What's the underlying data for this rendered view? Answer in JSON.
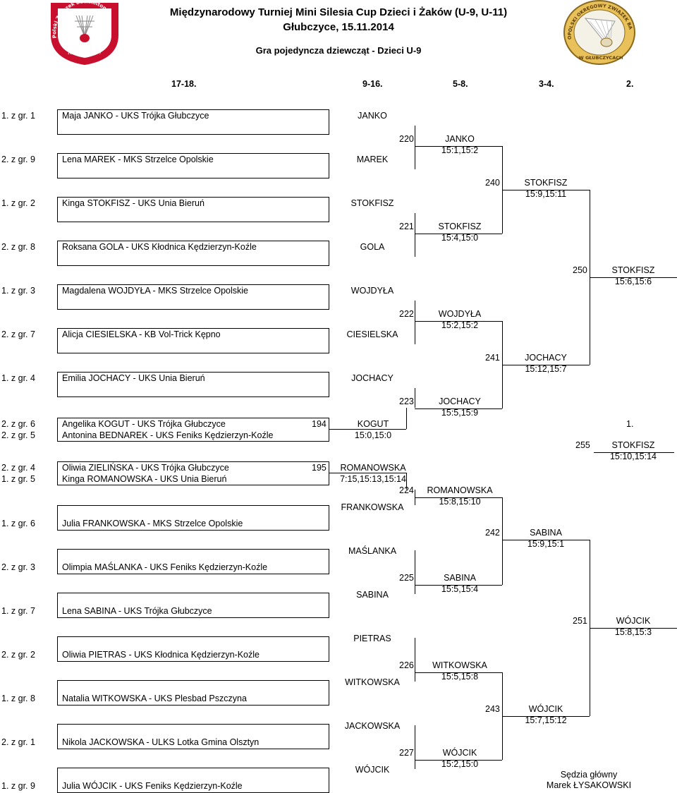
{
  "header": {
    "title": "Międzynarodowy Turniej Mini Silesia Cup Dzieci i Żaków (U-9, U-11)",
    "place_date": "Głubczyce, 15.11.2014",
    "subtitle": "Gra pojedyncza dziewcząt - Dzieci U-9"
  },
  "logos": {
    "left_text_top": "Polski Związek Badmintona",
    "left_text_bottom": "Rok zał. 1977",
    "right_text_top": "OPOLSKI OKRĘGOWY ZWIĄZEK BADMINTONA",
    "right_text_bottom": "W GŁUBCZYCACH"
  },
  "places": [
    "17-18.",
    "9-16.",
    "5-8.",
    "3-4.",
    "2."
  ],
  "players": [
    {
      "seed": "1. z gr. 1",
      "name": "Maja JANKO - UKS Trójka Głubczyce",
      "short": "JANKO"
    },
    {
      "seed": "2. z gr. 9",
      "name": "Lena MAREK - MKS Strzelce Opolskie",
      "short": "MAREK"
    },
    {
      "seed": "1. z gr. 2",
      "name": "Kinga STOKFISZ - UKS Unia Bieruń",
      "short": "STOKFISZ"
    },
    {
      "seed": "2. z gr. 8",
      "name": "Roksana  GOLA - UKS Kłodnica Kędzierzyn-Koźle",
      "short": "GOLA"
    },
    {
      "seed": "1. z gr. 3",
      "name": "Magdalena WOJDYŁA - MKS Strzelce Opolskie",
      "short": "WOJDYŁA"
    },
    {
      "seed": "2. z gr. 7",
      "name": "Alicja CIESIELSKA - KB Vol-Trick Kępno",
      "short": "CIESIELSKA"
    },
    {
      "seed": "1. z gr. 4",
      "name": "Emilia JOCHACY - UKS Unia Bieruń",
      "short": "JOCHACY"
    },
    {
      "seed": "2. z gr. 6",
      "name": "Angelika KOGUT - UKS Trójka Głubczyce",
      "short": "KOGUT"
    },
    {
      "seed": "2. z gr. 5",
      "name": "Antonina BEDNAREK - UKS Feniks Kędzierzyn-Koźle",
      "short": ""
    },
    {
      "seed": "2. z gr. 4",
      "name": "Oliwia ZIELIŃSKA - UKS Trójka Głubczyce",
      "short": "ROMANOWSKA"
    },
    {
      "seed": "1. z gr. 5",
      "name": "Kinga ROMANOWSKA - UKS Unia Bieruń",
      "short": ""
    },
    {
      "seed": "1. z gr. 6",
      "name": "Julia FRANKOWSKA - MKS Strzelce Opolskie",
      "short": "FRANKOWSKA"
    },
    {
      "seed": "2. z gr. 3",
      "name": "Olimpia MAŚLANKA - UKS Feniks Kędzierzyn-Koźle",
      "short": "MAŚLANKA"
    },
    {
      "seed": "1. z gr. 7",
      "name": "Lena SABINA - UKS Trójka Głubczyce",
      "short": "SABINA"
    },
    {
      "seed": "2. z gr. 2",
      "name": "Oliwia PIETRAS - UKS Kłodnica Kędzierzyn-Koźle",
      "short": "PIETRAS"
    },
    {
      "seed": "1. z gr. 8",
      "name": "Natalia WITKOWSKA - UKS Plesbad Pszczyna",
      "short": "WITKOWSKA"
    },
    {
      "seed": "2. z gr. 1",
      "name": "Nikola JACKOWSKA - ULKS Lotka Gmina Olsztyn",
      "short": "JACKOWSKA"
    },
    {
      "seed": "1. z gr. 9",
      "name": "Julia WÓJCIK - UKS Feniks Kędzierzyn-Koźle",
      "short": "WÓJCIK"
    }
  ],
  "prelim": [
    {
      "num": "194",
      "score": "15:0,15:0"
    },
    {
      "num": "195",
      "score": "7:15,15:13,15:14"
    }
  ],
  "round1": [
    {
      "num": "220",
      "winner": "JANKO",
      "score": "15:1,15:2"
    },
    {
      "num": "221",
      "winner": "STOKFISZ",
      "score": "15:4,15:0"
    },
    {
      "num": "222",
      "winner": "WOJDYŁA",
      "score": "15:2,15:2"
    },
    {
      "num": "223",
      "winner": "JOCHACY",
      "score": "15:5,15:9"
    },
    {
      "num": "224",
      "winner": "ROMANOWSKA",
      "score": "15:8,15:10"
    },
    {
      "num": "225",
      "winner": "SABINA",
      "score": "15:5,15:4"
    },
    {
      "num": "226",
      "winner": "WITKOWSKA",
      "score": "15:5,15:8"
    },
    {
      "num": "227",
      "winner": "WÓJCIK",
      "score": "15:2,15:0"
    }
  ],
  "round2": [
    {
      "num": "240",
      "winner": "STOKFISZ",
      "score": "15:9,15:11"
    },
    {
      "num": "241",
      "winner": "JOCHACY",
      "score": "15:12,15:7"
    },
    {
      "num": "242",
      "winner": "SABINA",
      "score": "15:9,15:1"
    },
    {
      "num": "243",
      "winner": "WÓJCIK",
      "score": "15:7,15:12"
    }
  ],
  "semis": [
    {
      "num": "250",
      "winner": "STOKFISZ",
      "score": "15:6,15:6"
    },
    {
      "num": "251",
      "winner": "WÓJCIK",
      "score": "15:8,15:3"
    }
  ],
  "final": {
    "place": "1.",
    "num": "255",
    "winner": "STOKFISZ",
    "score": "15:10,15:14"
  },
  "referee": {
    "label": "Sędzia główny",
    "name": "Marek ŁYSAKOWSKI"
  }
}
